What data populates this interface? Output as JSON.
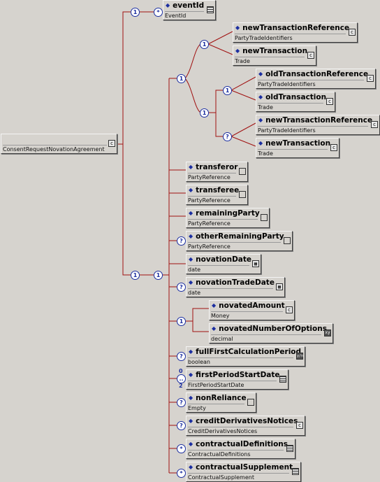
{
  "root": {
    "name": "",
    "type": "ConsentRequestNovationAgreement",
    "icon": "c"
  },
  "compositors": {
    "c1": "1",
    "c2": "1",
    "c3": "1",
    "c4": "1",
    "c5": "1",
    "c6": "?",
    "c7": "1",
    "c8": "1",
    "c9": "1"
  },
  "cardinalities": {
    "eventId": "*",
    "otherRemainingParty": "?",
    "novationTradeDate": "?",
    "fullFirstCalculationPeriod": "?",
    "firstPeriodStartDate_top": "0",
    "firstPeriodStartDate_mid": "..",
    "firstPeriodStartDate_bot": "2",
    "nonReliance": "?",
    "creditDerivativesNotices": "?",
    "contractualDefinitions": "*",
    "contractualSupplement": "*"
  },
  "elements": {
    "eventId": {
      "name": "eventId",
      "type": "EventId",
      "icon": "lines"
    },
    "newTransactionReference1": {
      "name": "newTransactionReference",
      "type": "PartyTradeIdentifiers",
      "icon": "c"
    },
    "newTransaction1": {
      "name": "newTransaction",
      "type": "Trade",
      "icon": "c"
    },
    "oldTransactionReference": {
      "name": "oldTransactionReference",
      "type": "PartyTradeIdentifiers",
      "icon": "c"
    },
    "oldTransaction": {
      "name": "oldTransaction",
      "type": "Trade",
      "icon": "c"
    },
    "newTransactionReference2": {
      "name": "newTransactionReference",
      "type": "PartyTradeIdentifiers",
      "icon": "c"
    },
    "newTransaction2": {
      "name": "newTransaction",
      "type": "Trade",
      "icon": "c"
    },
    "transferor": {
      "name": "transferor",
      "type": "PartyReference",
      "icon": "plain"
    },
    "transferee": {
      "name": "transferee",
      "type": "PartyReference",
      "icon": "plain"
    },
    "remainingParty": {
      "name": "remainingParty",
      "type": "PartyReference",
      "icon": "plain"
    },
    "otherRemainingParty": {
      "name": "otherRemainingParty",
      "type": "PartyReference",
      "icon": "plain"
    },
    "novationDate": {
      "name": "novationDate",
      "type": "date",
      "icon": "grid"
    },
    "novationTradeDate": {
      "name": "novationTradeDate",
      "type": "date",
      "icon": "grid"
    },
    "novatedAmount": {
      "name": "novatedAmount",
      "type": "Money",
      "icon": "c"
    },
    "novatedNumberOfOptions": {
      "name": "novatedNumberOfOptions",
      "type": "decimal",
      "icon": "xy"
    },
    "fullFirstCalculationPeriod": {
      "name": "fullFirstCalculationPeriod",
      "type": "boolean",
      "icon": "yn"
    },
    "firstPeriodStartDate": {
      "name": "firstPeriodStartDate",
      "type": "FirstPeriodStartDate",
      "icon": "lines"
    },
    "nonReliance": {
      "name": "nonReliance",
      "type": "Empty",
      "icon": "plain"
    },
    "creditDerivativesNotices": {
      "name": "creditDerivativesNotices",
      "type": "CreditDerivativesNotices",
      "icon": "c"
    },
    "contractualDefinitions": {
      "name": "contractualDefinitions",
      "type": "ContractualDefinitions",
      "icon": "lines"
    },
    "contractualSupplement": {
      "name": "contractualSupplement",
      "type": "ContractualSupplement",
      "icon": "lines"
    }
  },
  "icon_glyphs": {
    "c": "c",
    "xy": "xy",
    "yn": "y/n",
    "grid": "▦"
  },
  "colors": {
    "line": "#a01010",
    "marker_blue": "#1b2ea0",
    "background": "#d6d3ce"
  }
}
